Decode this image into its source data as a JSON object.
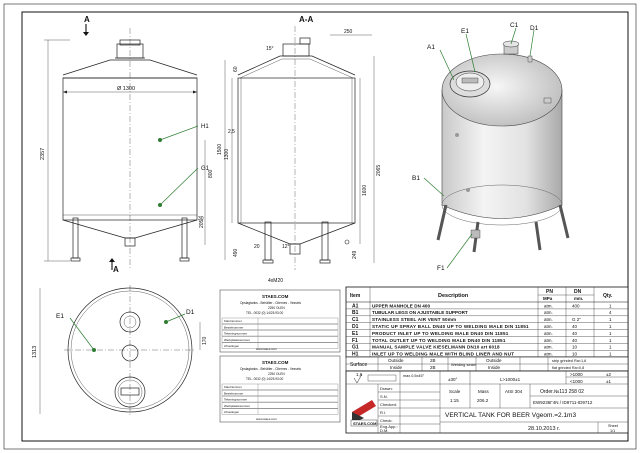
{
  "views": {
    "section_mark": "A",
    "section_title": "A-A",
    "front_dims": {
      "diameter": "Ø 1300",
      "height_total": "2357",
      "d_800": "800",
      "d_205": "205",
      "d_30": "30"
    },
    "section_dims": {
      "d_250": "250",
      "d_15": "15°",
      "d_60": "60",
      "d_2_5": "2,5",
      "d_1300": "1300",
      "d_1600": "1600",
      "d_2065": "2065",
      "d_490": "490",
      "d_249": "249",
      "d_12": "12°",
      "d_feet": "4xM20",
      "d_20": "20",
      "d_1500": "1500"
    },
    "top_dims": {
      "width": "1313",
      "d_170": "170"
    },
    "labels": {
      "H1": "H1",
      "G1": "G1",
      "A1": "A1",
      "E1": "E1",
      "C1": "C1",
      "D1": "D1",
      "B1": "B1",
      "F1": "F1"
    }
  },
  "stamp": {
    "company": "STAES.COM",
    "line1": "Opslagtanks - Behälter - Citernes - Vessels",
    "line2": "2250 OLEN",
    "line3": "TEL. 0032 (0) 14/25.93.00",
    "fields": [
      "Klantnummer",
      "Bestelnummer",
      "Tekeningnummer",
      "Werkplaatsnummer",
      "Afmetingen"
    ],
    "footer": "www.staes.com"
  },
  "parts_table": {
    "headers": {
      "item": "Item",
      "description": "Description",
      "pn": "PN",
      "pn_unit": "MPa",
      "dn": "DN",
      "dn_unit": "mm.",
      "qty": "Qty."
    },
    "rows": [
      {
        "item": "A1",
        "description": "UPPER MANHOLE DN 400",
        "pn": "atm.",
        "dn": "400",
        "qty": "1"
      },
      {
        "item": "B1",
        "description": "TUBULAR LEGS ON AJUSTABLE SUPPORT",
        "pn": "atm.",
        "dn": "",
        "qty": "4"
      },
      {
        "item": "C1",
        "description": "STAINLESS STEEL AIR VENT 50mm",
        "pn": "atm.",
        "dn": "G 2\"",
        "qty": "1"
      },
      {
        "item": "D1",
        "description": "STATIC UP SPRAY BALL DN40 UP TO WELDING MALE DIN 11851",
        "pn": "atm.",
        "dn": "40",
        "qty": "1"
      },
      {
        "item": "E1",
        "description": "PRODUCT INLET UP TO WELDING MALE DN40 DIN 11851",
        "pn": "atm.",
        "dn": "40",
        "qty": "1"
      },
      {
        "item": "F1",
        "description": "TOTAL OUTLET UP TO WELDING MALE DN40 DIN 11851",
        "pn": "atm.",
        "dn": "40",
        "qty": "1"
      },
      {
        "item": "G1",
        "description": "MANUAL SAMPLE VALVE KIESELMANN DN10 art 6018",
        "pn": "atm.",
        "dn": "10",
        "qty": "1"
      },
      {
        "item": "H1",
        "description": "INLET UP TO WELDING MALE WITH BLIND LINER AND NUT",
        "pn": "atm.",
        "dn": "10",
        "qty": "1"
      }
    ]
  },
  "surface": {
    "label": "Surface",
    "outside": "Outside",
    "inside": "Inside",
    "outside_val": "2B",
    "inside_val": "2B",
    "weld_label": "Welding seam",
    "weld_outside": "Outside",
    "weld_inside": "Inside",
    "note1": "strip grinded Ra<1,6",
    "note2": "flat grinded Ra<0,8"
  },
  "tolerances": {
    "r1": ">1000",
    "r1v": "±2",
    "r2": "<1000",
    "r2v": "±1"
  },
  "title_block": {
    "chamfer": "max.0,5x45°",
    "angle": "±30°",
    "linear": "L>1000±1",
    "roughness": "1,6",
    "drawn_label": "Drawn:",
    "drawn_val": "S.N.",
    "checked_label": "Checked:",
    "checked_val": "R.I.",
    "check_label": "Check:",
    "eng_label": "Eng.App.:",
    "eng_val": "D.M.",
    "scale_label": "Scale",
    "scale_val": "1:15",
    "mass_label": "Mass",
    "mass_val": "206.2",
    "material": "AISI 304",
    "order": "Order.№113 258 02",
    "ew": "EW9236Г4N / ID9711-ID9712",
    "title": "VERTICAL TANK FOR BEER Vgeom.=2.1m3",
    "date": "28.10.2013 г.",
    "sheet_label": "Sheet",
    "sheet_val": "1/1",
    "logo": "STAES.COM"
  }
}
